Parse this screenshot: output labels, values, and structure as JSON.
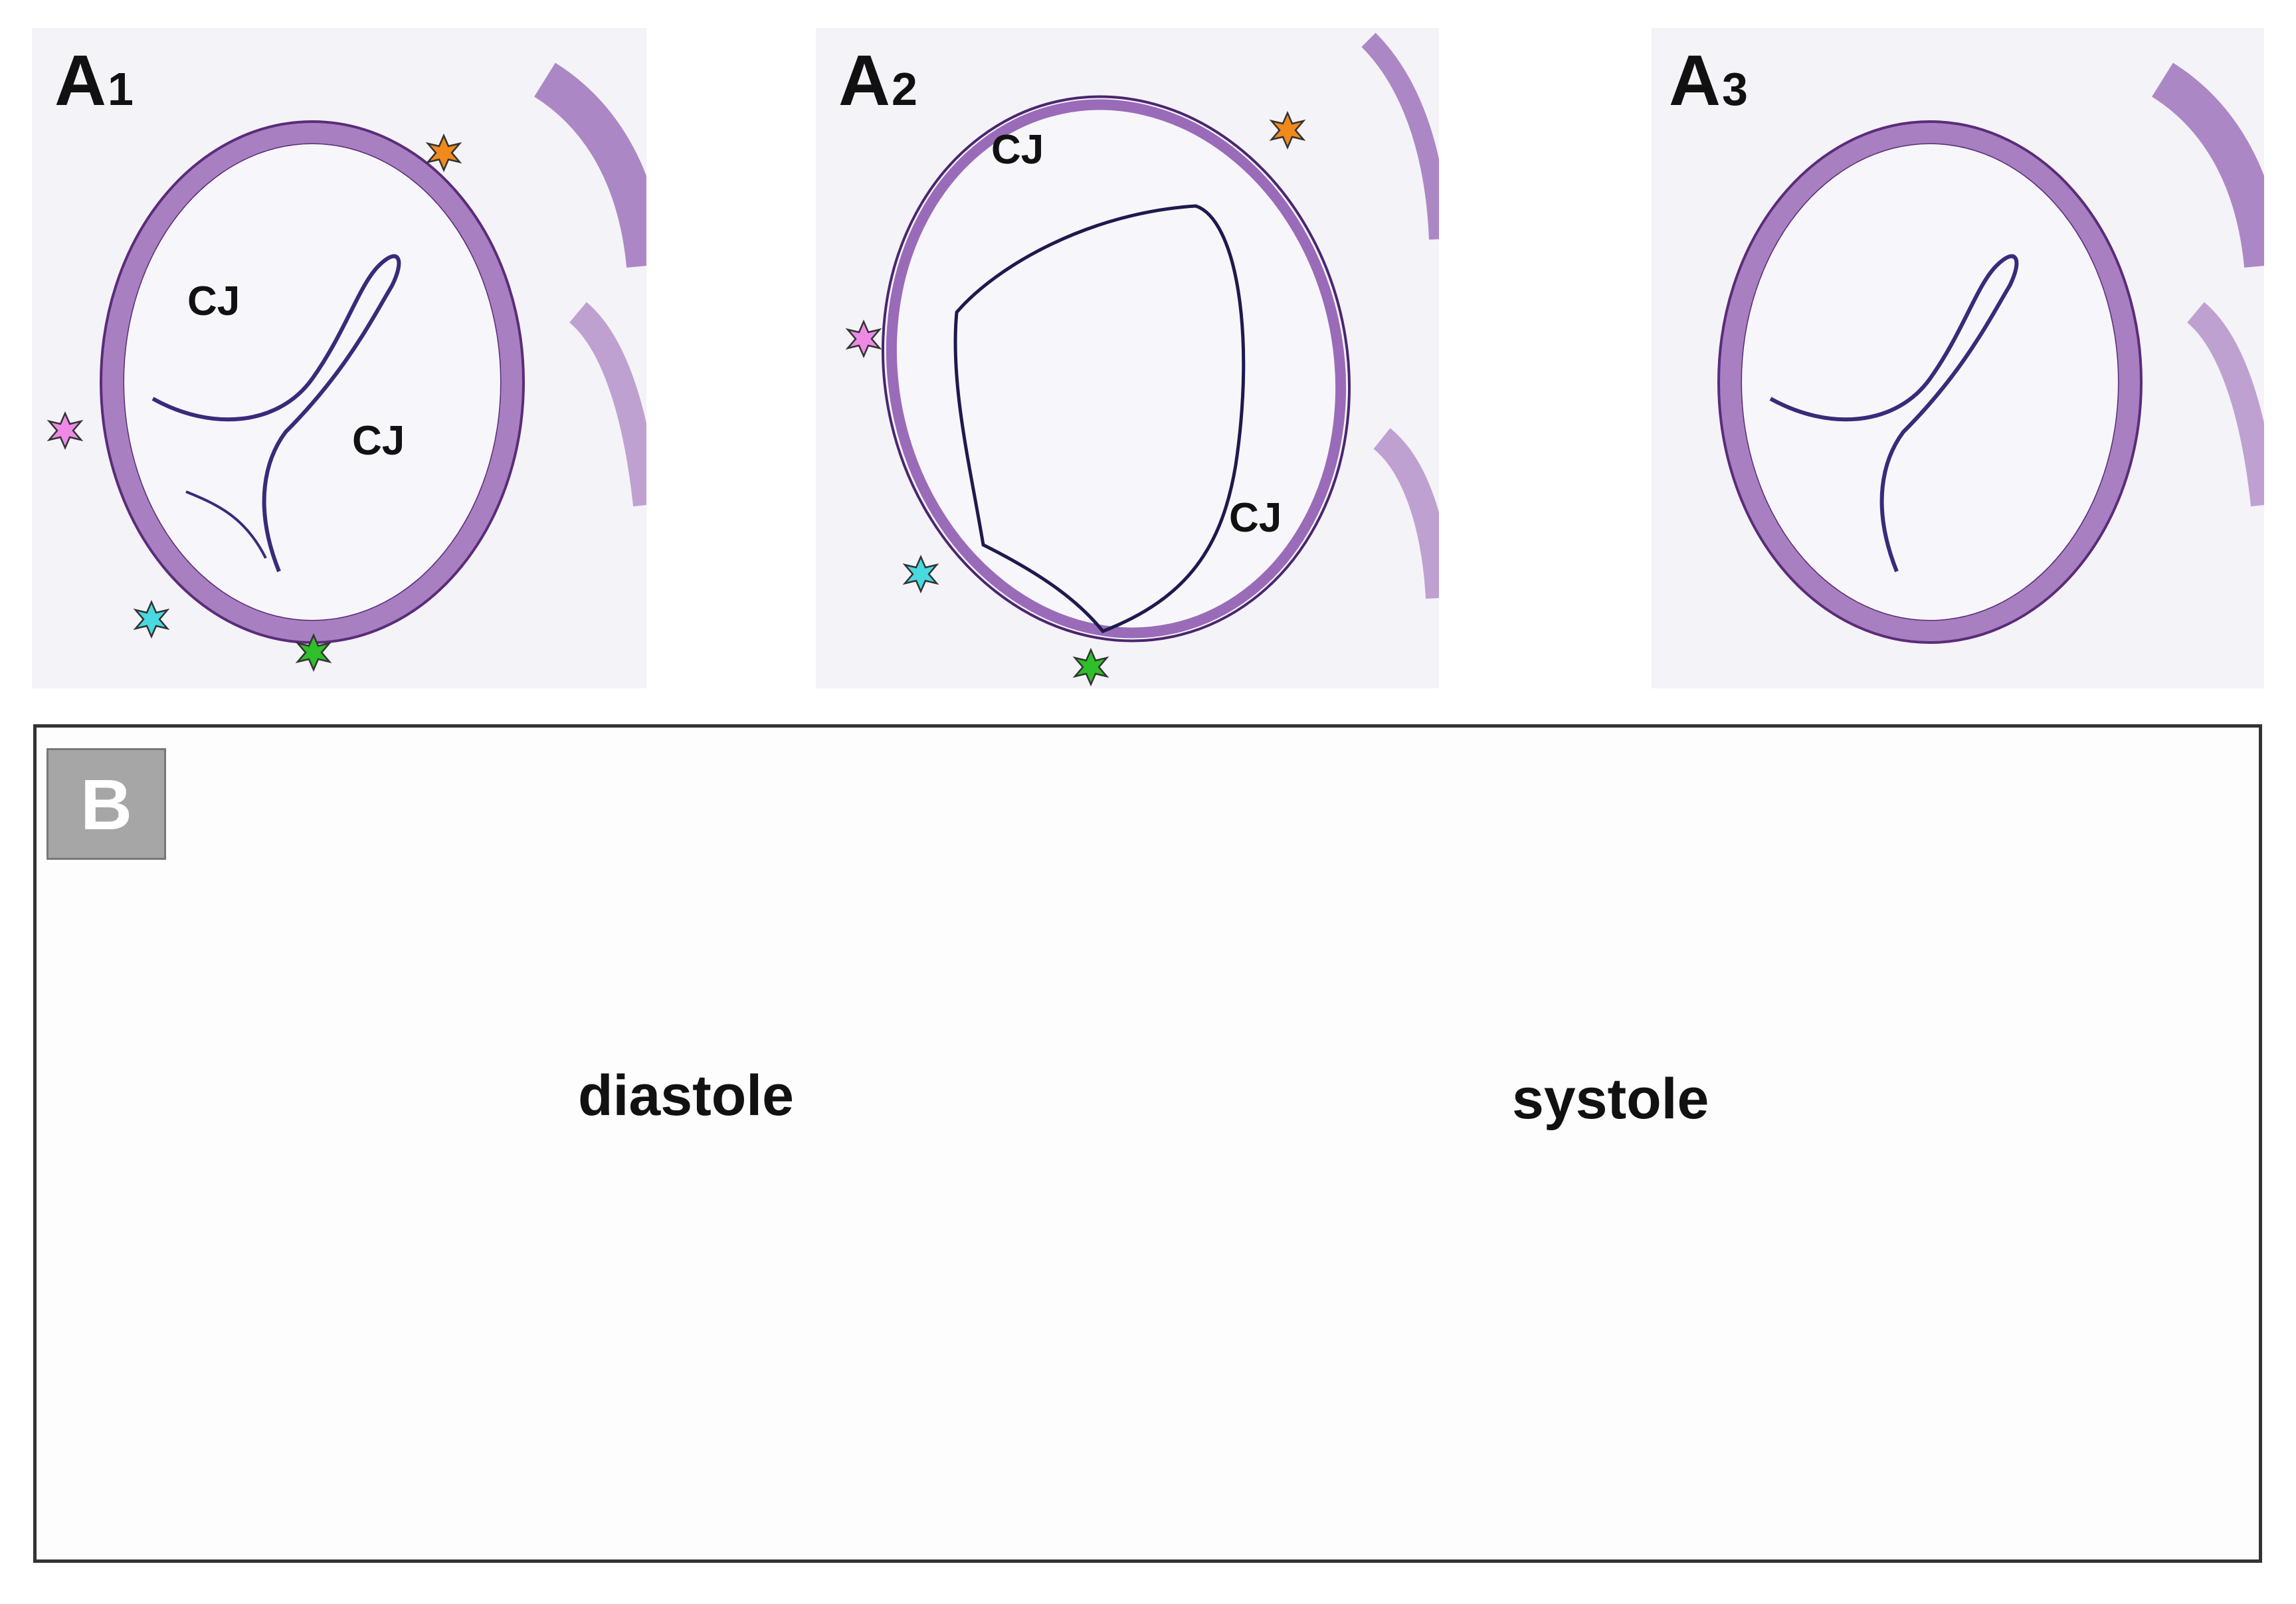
{
  "panels_a": [
    {
      "id": "A1",
      "letter": "A",
      "subscript": "1",
      "regions": [
        "CJ",
        "CJ"
      ]
    },
    {
      "id": "A2",
      "letter": "A",
      "subscript": "2",
      "regions": [
        "CJ",
        "CJ"
      ]
    },
    {
      "id": "A3",
      "letter": "A",
      "subscript": "3",
      "regions": []
    }
  ],
  "panel_b": {
    "label": "B",
    "arrows": [
      {
        "label": "diastole"
      },
      {
        "label": "systole"
      }
    ]
  },
  "colors": {
    "orange_marker": "#f08a1c",
    "pink_marker": "#ee8ae6",
    "cyan_marker": "#49d9e0",
    "green_marker": "#2fbf2a",
    "vessel_wall": "#e8202a",
    "valve_leaflet": "#f5c542",
    "jelly": "#bfeef2",
    "blood_cells": "#f28a55",
    "tissue_stain": "#8a4aa8"
  }
}
